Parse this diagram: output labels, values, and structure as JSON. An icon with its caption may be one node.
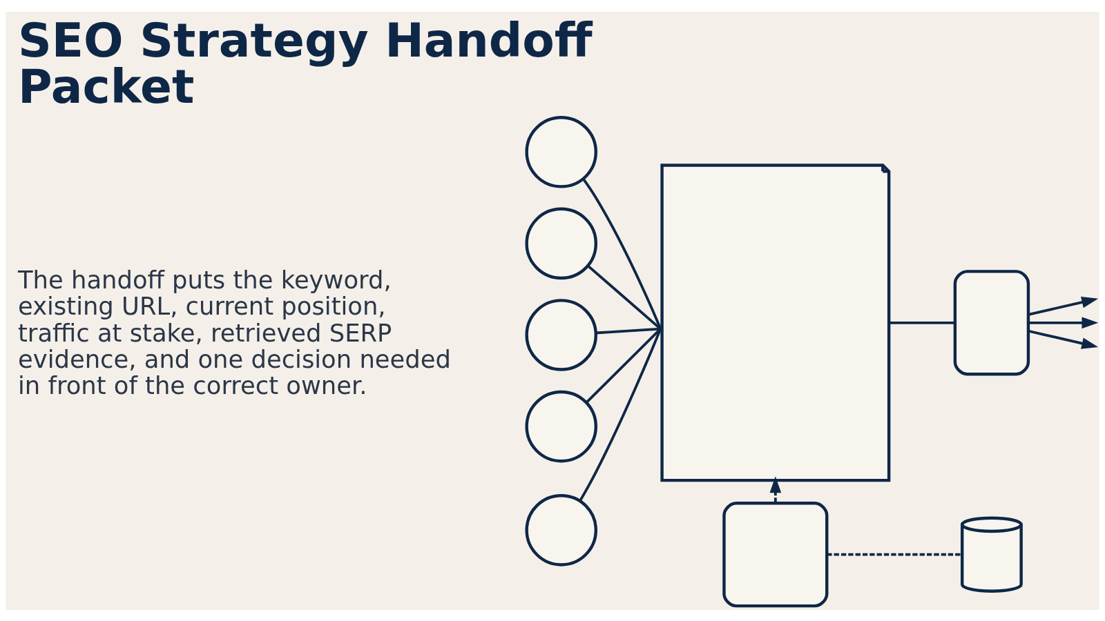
{
  "diagram": {
    "title": "SEO Strategy Handoff Packet",
    "nodes": [
      {
        "text": [],
        "shape": "circle"
      },
      {
        "text": [],
        "shape": "circle"
      },
      {
        "text": [],
        "shape": "circle"
      },
      {
        "text": [],
        "shape": "circle"
      },
      {
        "text": [],
        "shape": "circle"
      },
      {
        "text": [],
        "shape": "document"
      },
      {
        "text": [],
        "shape": "box"
      },
      {
        "text": [],
        "shape": "box"
      },
      {
        "text": [],
        "shape": "cylinder"
      }
    ],
    "edges": [
      {
        "from": 0,
        "to": 5,
        "arrow": "none"
      },
      {
        "from": 1,
        "to": 5,
        "arrow": "none"
      },
      {
        "from": 2,
        "to": 5,
        "arrow": "none"
      },
      {
        "from": 3,
        "to": 5,
        "arrow": "none"
      },
      {
        "from": 4,
        "to": 5,
        "arrow": "none"
      },
      {
        "from": 5,
        "to": 6,
        "arrow": "none"
      },
      {
        "from": 6,
        "to": null,
        "arrow": "to"
      },
      {
        "from": 6,
        "to": null,
        "arrow": "to"
      },
      {
        "from": 6,
        "to": null,
        "arrow": "to"
      },
      {
        "from": 7,
        "to": 5,
        "arrow": "to",
        "style": "dashed"
      },
      {
        "from": 7,
        "to": 8,
        "arrow": "none",
        "style": "dashed"
      }
    ],
    "labels": [
      "The handoff puts the keyword, existing URL, current position, traffic at stake, retrieved SERP evidence, and one decision needed in front of the correct owner."
    ]
  }
}
